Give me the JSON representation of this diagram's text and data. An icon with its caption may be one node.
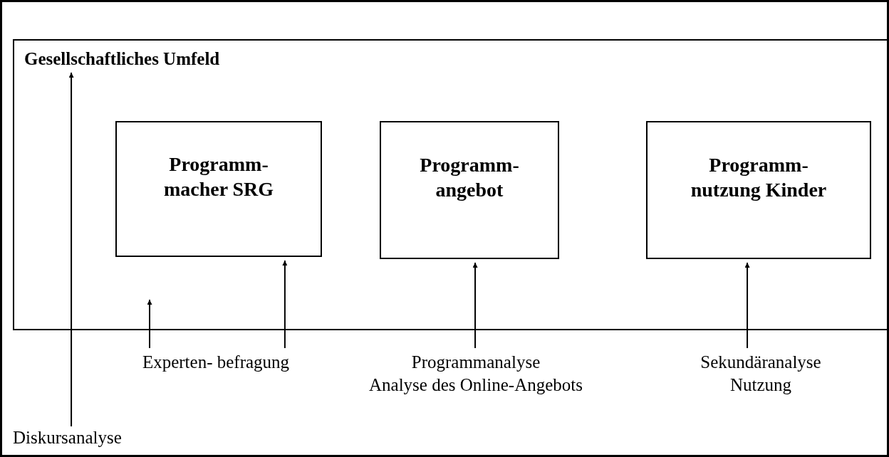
{
  "diagram": {
    "nodes": [
      {
        "text": [],
        "shape": "box"
      },
      {
        "text": [
          "Gesellschaftliches Umfeld"
        ],
        "in": 0
      },
      {
        "text": [
          "Programm- macher SRG"
        ],
        "in": 0
      },
      {
        "text": [
          "Programm- angebot"
        ],
        "in": 0
      },
      {
        "text": [
          "Programm- nutzung Kinder"
        ],
        "in": 0
      },
      {
        "text": [
          "Experten- befragung"
        ]
      },
      {
        "text": [
          "Programmanalyse",
          "Analyse des Online-Angebots"
        ]
      },
      {
        "text": [
          "Sekundäranalyse Nutzung"
        ]
      },
      {
        "text": [
          "Diskursanalyse"
        ]
      }
    ],
    "edges": [
      {
        "from": 5,
        "to": null,
        "arrow": "to"
      },
      {
        "from": 5,
        "to": 2,
        "arrow": "to"
      },
      {
        "from": 6,
        "to": 3,
        "arrow": "to"
      },
      {
        "from": 7,
        "to": 4,
        "arrow": "to"
      },
      {
        "from": 8,
        "to": 1,
        "arrow": "to"
      }
    ]
  }
}
